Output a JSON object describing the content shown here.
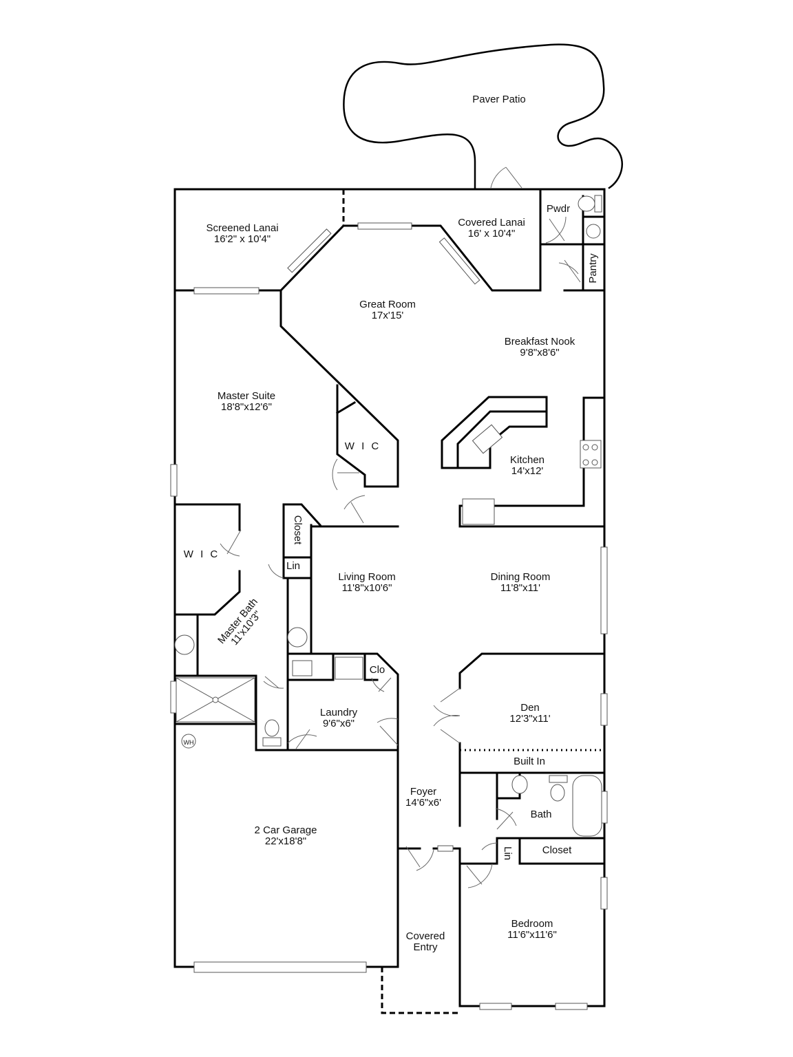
{
  "plan": {
    "rooms": {
      "paver_patio": {
        "name": "Paver Patio"
      },
      "screened_lanai": {
        "name": "Screened Lanai",
        "size": "16'2\" x 10'4\""
      },
      "covered_lanai": {
        "name": "Covered Lanai",
        "size": "16' x 10'4\""
      },
      "pwdr": {
        "name": "Pwdr"
      },
      "pantry": {
        "name": "Pantry"
      },
      "great_room": {
        "name": "Great Room",
        "size": "17x'15'"
      },
      "breakfast_nook": {
        "name": "Breakfast Nook",
        "size": "9'8\"x8'6\""
      },
      "master_suite": {
        "name": "Master Suite",
        "size": "18'8\"x12'6\""
      },
      "wic_upper": {
        "name": "W I C"
      },
      "kitchen": {
        "name": "Kitchen",
        "size": "14'x12'"
      },
      "wic_lower": {
        "name": "W I C"
      },
      "closet_master": {
        "name": "Closet"
      },
      "lin_master": {
        "name": "Lin"
      },
      "living_room": {
        "name": "Living Room",
        "size": "11'8\"x10'6\""
      },
      "dining_room": {
        "name": "Dining Room",
        "size": "11'8\"x11'"
      },
      "master_bath": {
        "name": "Master Bath",
        "size": "11'x10'3\""
      },
      "clo": {
        "name": "Clo"
      },
      "laundry": {
        "name": "Laundry",
        "size": "9'6\"x6\""
      },
      "den": {
        "name": "Den",
        "size": "12'3\"x11'"
      },
      "built_in": {
        "name": "Built In"
      },
      "wh": {
        "name": "WH"
      },
      "foyer": {
        "name": "Foyer",
        "size": "14'6\"x6'"
      },
      "bath": {
        "name": "Bath"
      },
      "lin_hall": {
        "name": "Lin"
      },
      "closet_bed": {
        "name": "Closet"
      },
      "garage": {
        "name": "2 Car Garage",
        "size": "22'x18'8\""
      },
      "covered_entry": {
        "name": "Covered",
        "name2": "Entry"
      },
      "bedroom": {
        "name": "Bedroom",
        "size": "11'6\"x11'6\""
      }
    }
  }
}
